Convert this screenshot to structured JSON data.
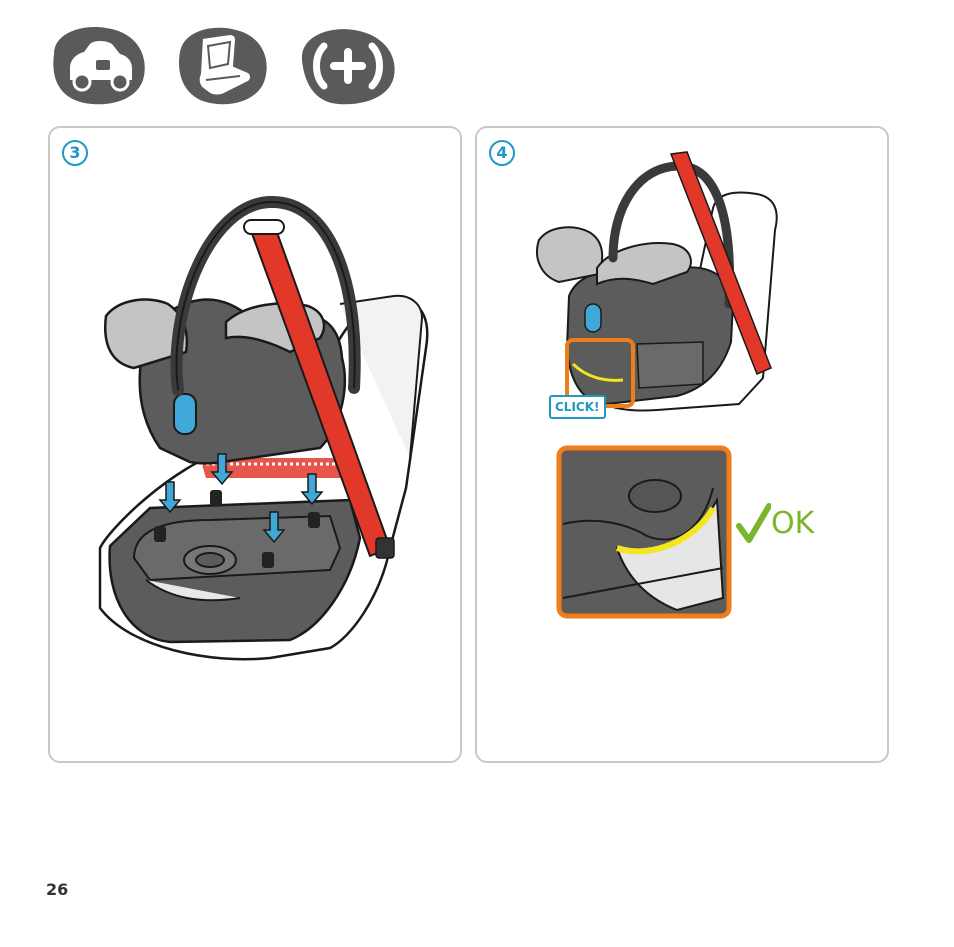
{
  "header_icons": [
    {
      "name": "car-icon"
    },
    {
      "name": "child-seat-icon"
    },
    {
      "name": "plus-icon",
      "glyph": "(+)"
    }
  ],
  "colors": {
    "badge": "#5a5a5a",
    "step_blue": "#1f98c4",
    "belt_red": "#e2382a",
    "highlight_orange": "#ef7d1a",
    "ok_green": "#7ab52b",
    "seat_dark": "#5c5c5c",
    "padding_grey": "#c4c4c4",
    "indicator_yellow": "#f2e61c"
  },
  "steps": [
    {
      "number": "3"
    },
    {
      "number": "4",
      "click_label": "CLICK!",
      "ok_label": "OK"
    }
  ],
  "page_number": "26"
}
